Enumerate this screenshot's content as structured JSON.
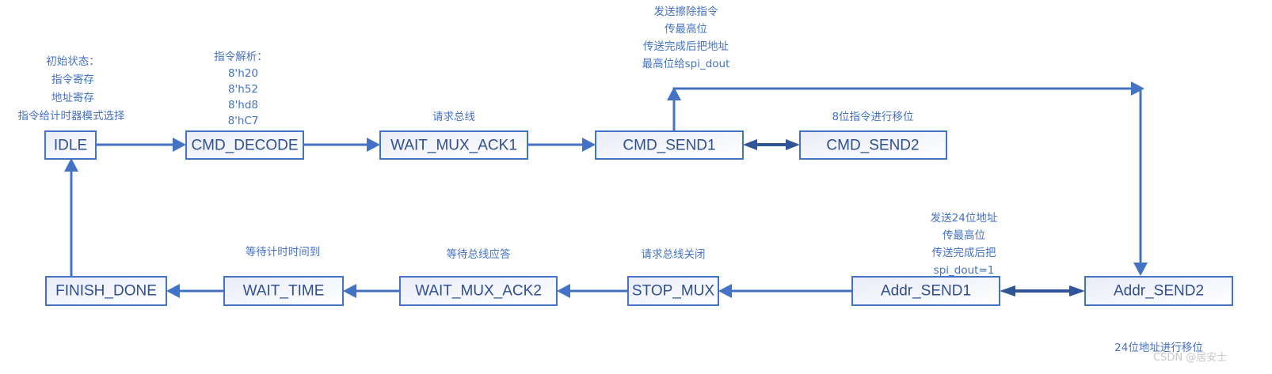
{
  "colors": {
    "accent": "#4472C4",
    "box_text": "#2F4F8F",
    "double_arrow": "#2F5597"
  },
  "states": {
    "idle": "IDLE",
    "cmd_decode": "CMD_DECODE",
    "wait_mux_ack1": "WAIT_MUX_ACK1",
    "cmd_send1": "CMD_SEND1",
    "cmd_send2": "CMD_SEND2",
    "finish_done": "FINISH_DONE",
    "wait_time": "WAIT_TIME",
    "wait_mux_ack2": "WAIT_MUX_ACK2",
    "stop_mux": "STOP_MUX",
    "addr_send1": "Addr_SEND1",
    "addr_send2": "Addr_SEND2"
  },
  "notes": {
    "idle": [
      "初始状态：",
      "指令寄存",
      "地址寄存",
      "指令给计时器模式选择"
    ],
    "cmd_decode": [
      "指令解析：",
      "8'h20",
      "8'h52",
      "8'hd8",
      "8'hC7"
    ],
    "wait_mux_ack1": [
      "请求总线"
    ],
    "cmd_send1": [
      "发送擦除指令",
      "传最高位",
      "传送完成后把地址",
      "最高位给spi_dout"
    ],
    "cmd_send2": [
      "8位指令进行移位"
    ],
    "addr_send1": [
      "发送24位地址",
      "传最高位",
      "传送完成后把",
      "spi_dout=1"
    ],
    "addr_send2": [
      "24位地址进行移位"
    ],
    "stop_mux": [
      "请求总线关闭"
    ],
    "wait_mux_ack2": [
      "等待总线应答"
    ],
    "wait_time": [
      "等待计时时间到"
    ]
  },
  "watermark": "CSDN @居安士"
}
